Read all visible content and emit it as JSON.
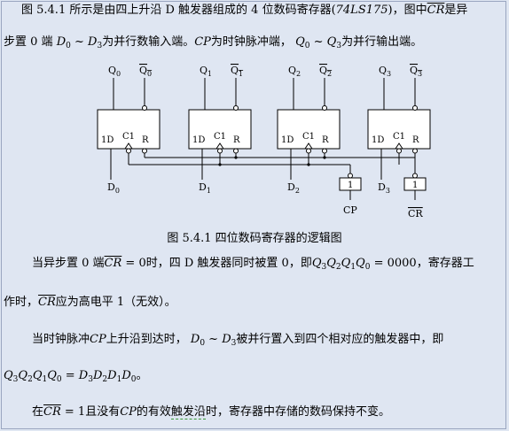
{
  "paragraphs": {
    "p1": {
      "prefix": "图 5.4.1 所示是由四上升沿 D 触发器组成的 4 位数码寄存器(",
      "model": "74LS175",
      "mid": ")，图中",
      "cr": "CR",
      "suffix": "是异"
    },
    "p2": {
      "a": "步置 0 端",
      "d0": "D",
      "d0sub": "0",
      "tilde": " ~ ",
      "d3": "D",
      "d3sub": "3",
      "b": "为并行数输入端。",
      "cp": "CP",
      "c": "为时钟脉冲端，",
      "q0": "Q",
      "q0sub": "0",
      "q3": "Q",
      "q3sub": "3",
      "d": "为并行输出端。"
    },
    "caption": "图 5.4.1 四位数码寄存器的逻辑图",
    "p3": {
      "a": "当异步置 0 端",
      "cr": "CR",
      "b": " = 0时，四 D 触发器同时被置 0，即",
      "q": "Q",
      "eq": " = 0000，寄存器工"
    },
    "p4": {
      "a": "作时，",
      "cr": "CR",
      "b": "应为高电平 1（无效）。"
    },
    "p5": {
      "a": "当时钟脉冲",
      "cp": "CP",
      "b": "上升沿到达时，",
      "c": "被并行置入到四个相对应的触发器中，即"
    },
    "p6": {
      "eq": " = ",
      "end": "。"
    },
    "p7": {
      "a": "在",
      "cr": "CR",
      "b": " = 1且没有",
      "cp": "CP",
      "c": "的有效",
      "d": "触发沿",
      "e": "时，寄存器中存储的数码保持不变。"
    }
  },
  "diagram": {
    "ff_labels": {
      "d": "1D",
      "c": "C1",
      "r": "R"
    },
    "q_labels": [
      "Q",
      "Q",
      "Q",
      "Q"
    ],
    "q_subs": [
      "0",
      "1",
      "2",
      "3"
    ],
    "d_labels": [
      "D",
      "D",
      "D",
      "D"
    ],
    "gate_label": "1",
    "cp": "CP",
    "cr": "CR"
  }
}
